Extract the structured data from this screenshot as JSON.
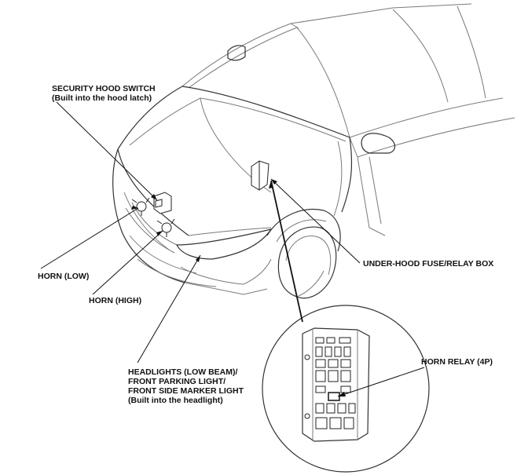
{
  "labels": {
    "security_hood_switch": "SECURITY HOOD SWITCH",
    "security_hood_switch_note": "(Built into the hood latch)",
    "horn_low": "HORN (LOW)",
    "horn_high": "HORN (HIGH)",
    "headlights_line1": "HEADLIGHTS (LOW BEAM)/",
    "headlights_line2": "FRONT PARKING LIGHT/",
    "headlights_line3": "FRONT SIDE MARKER LIGHT",
    "headlights_line4": "(Built into the headlight)",
    "under_hood_box": "UNDER-HOOD FUSE/RELAY BOX",
    "horn_relay": "HORN RELAY (4P)"
  }
}
